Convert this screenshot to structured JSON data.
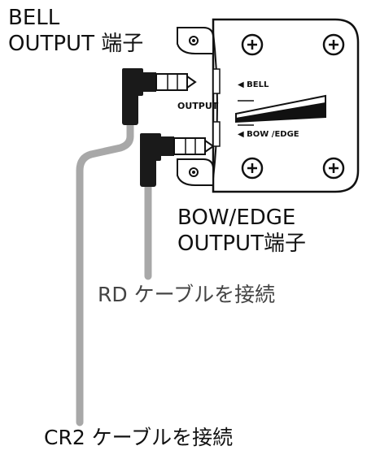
{
  "labels": {
    "bell_output_line1": "BELL",
    "bell_output_line2": "OUTPUT 端子",
    "bowedge_output_line1": "BOW/EDGE",
    "bowedge_output_line2": "OUTPUT端子",
    "rd_cable": "RD ケーブルを接続",
    "cr2_cable": "CR2 ケーブルを接続"
  },
  "device": {
    "output_label": "OUTPUT",
    "bell_label": "◀ BELL",
    "bowedge_label": "◀ BOW /EDGE"
  },
  "colors": {
    "cable_gray": "#a8a8a8",
    "plug_black": "#1a1a1a",
    "outline": "#111111"
  }
}
